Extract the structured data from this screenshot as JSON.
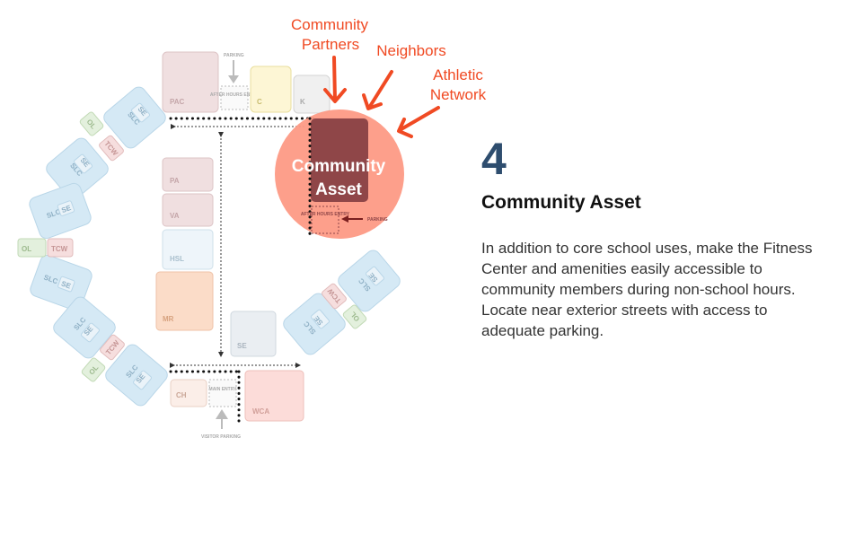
{
  "diagram": {
    "labels": {
      "pac": "PAC",
      "parking_top": "PARKING",
      "after_hours_top": "AFTER HOURS ENTRY",
      "c": "C",
      "k": "K",
      "pa": "PA",
      "va": "VA",
      "hsl": "HSL",
      "mr": "MR",
      "se_center": "SE",
      "ch": "CH",
      "main_entry": "MAIN ENTRY",
      "wca": "WCA",
      "visitor_parking": "VISITOR PARKING",
      "slc": "SLC",
      "se": "SE",
      "ol": "OL",
      "tcw": "TCW",
      "community_asset_line1": "Community",
      "community_asset_line2": "Asset",
      "after_hours_entry": "AFTER HOURS ENTRY",
      "parking_side": "PARKING"
    },
    "annotations": {
      "partners_line1": "Community",
      "partners_line2": "Partners",
      "neighbors": "Neighbors",
      "athletic_line1": "Athletic",
      "athletic_line2": "Network"
    },
    "colors": {
      "highlight": "#f04a23",
      "circle": "#fd9a85",
      "asset_block": "#8f4648",
      "learning": "#d5e9f5",
      "support": "#f0d6d9"
    }
  },
  "panel": {
    "number": "4",
    "title": "Community Asset",
    "description": "In addition to core school uses, make the Fitness Center and amenities easily accessible to community members during non-school hours. Locate near exterior streets with access to adequate parking."
  }
}
